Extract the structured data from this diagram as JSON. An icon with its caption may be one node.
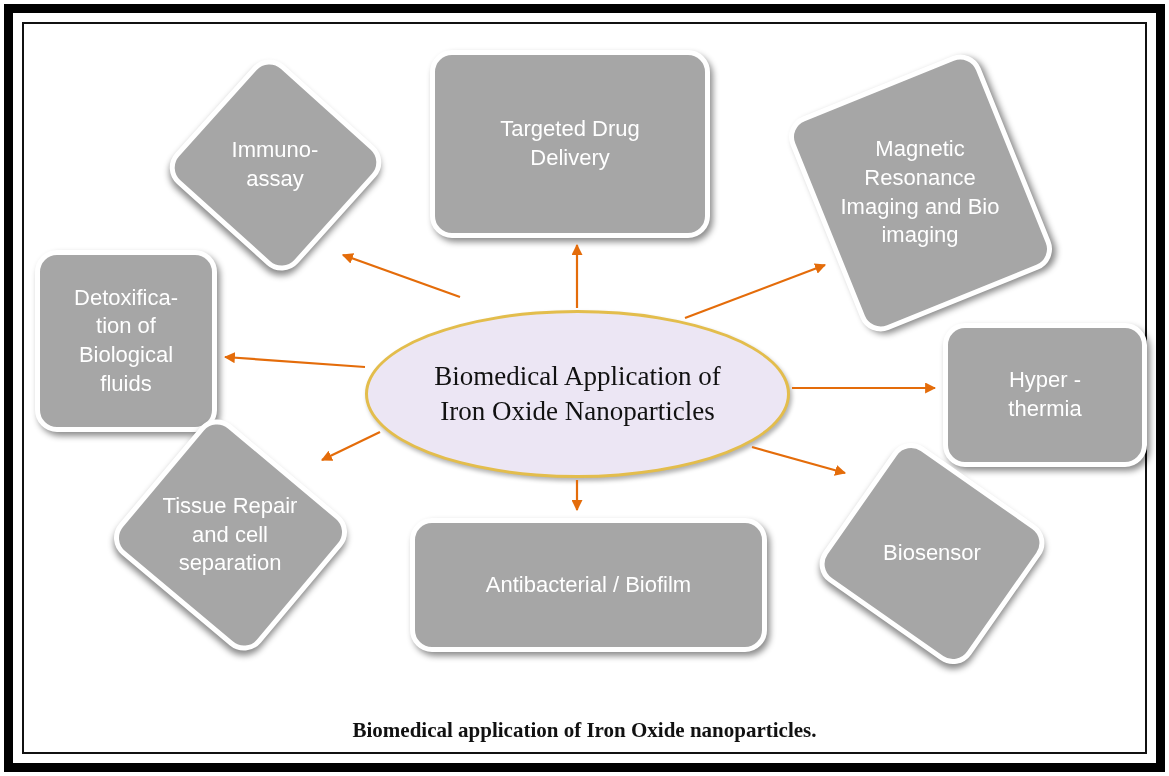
{
  "diagram": {
    "caption": "Biomedical application of Iron Oxide nanoparticles.",
    "nodes": [
      {
        "text": [
          "Immuno- assay"
        ]
      },
      {
        "text": [
          "Targeted Drug Delivery"
        ]
      },
      {
        "text": [
          "Magnetic Resonance Imaging and Bio imaging"
        ]
      },
      {
        "text": [
          "Detoxifica- tion of Biological fluids"
        ]
      },
      {
        "text": [
          "Biomedical Application of Iron Oxide Nanoparticles"
        ]
      },
      {
        "text": [
          "Hyper - thermia"
        ]
      },
      {
        "text": [
          "Tissue Repair and cell separation"
        ]
      },
      {
        "text": [
          "Antibacterial / Biofilm"
        ]
      },
      {
        "text": [
          "Biosensor"
        ]
      }
    ],
    "edges": [
      {
        "from": 4,
        "to": 0,
        "arrow": "to"
      },
      {
        "from": 4,
        "to": 1,
        "arrow": "to"
      },
      {
        "from": 4,
        "to": 2,
        "arrow": "to"
      },
      {
        "from": 4,
        "to": 3,
        "arrow": "to"
      },
      {
        "from": 4,
        "to": 5,
        "arrow": "to"
      },
      {
        "from": 4,
        "to": 6,
        "arrow": "to"
      },
      {
        "from": 4,
        "to": 7,
        "arrow": "to"
      },
      {
        "from": 4,
        "to": 8,
        "arrow": "to"
      }
    ]
  }
}
